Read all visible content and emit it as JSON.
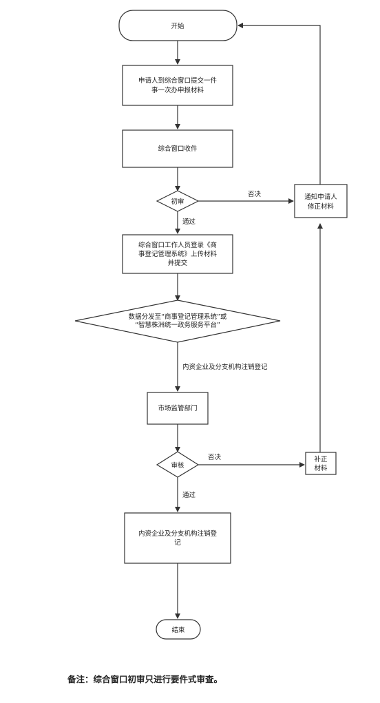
{
  "nodes": {
    "start": [
      "开始"
    ],
    "apply": [
      "申请人到综合窗口提交一件",
      "事一次办申报材料"
    ],
    "receive": [
      "综合窗口收件"
    ],
    "first_review": [
      "初审"
    ],
    "notify": [
      "通知申请人",
      "修正材料"
    ],
    "upload": [
      "综合窗口工作人员登录《商",
      "事登记管理系统》上传材料",
      "并提交"
    ],
    "dispatch": [
      "数据分发至“商事登记管理系统”或",
      "“智慧株洲统一政务服务平台”"
    ],
    "market": [
      "市场监管部门"
    ],
    "audit": [
      "审核"
    ],
    "supplement": [
      "补正",
      "材料"
    ],
    "register": [
      "内资企业及分支机构注销登",
      "记"
    ],
    "end": [
      "结束"
    ]
  },
  "edges": {
    "reject1": "否决",
    "pass1": "通过",
    "branch": "内资企业及分支机构注销登记",
    "reject2": "否决",
    "pass2": "通过"
  },
  "note": "备注：综合窗口初审只进行要件式审查。"
}
